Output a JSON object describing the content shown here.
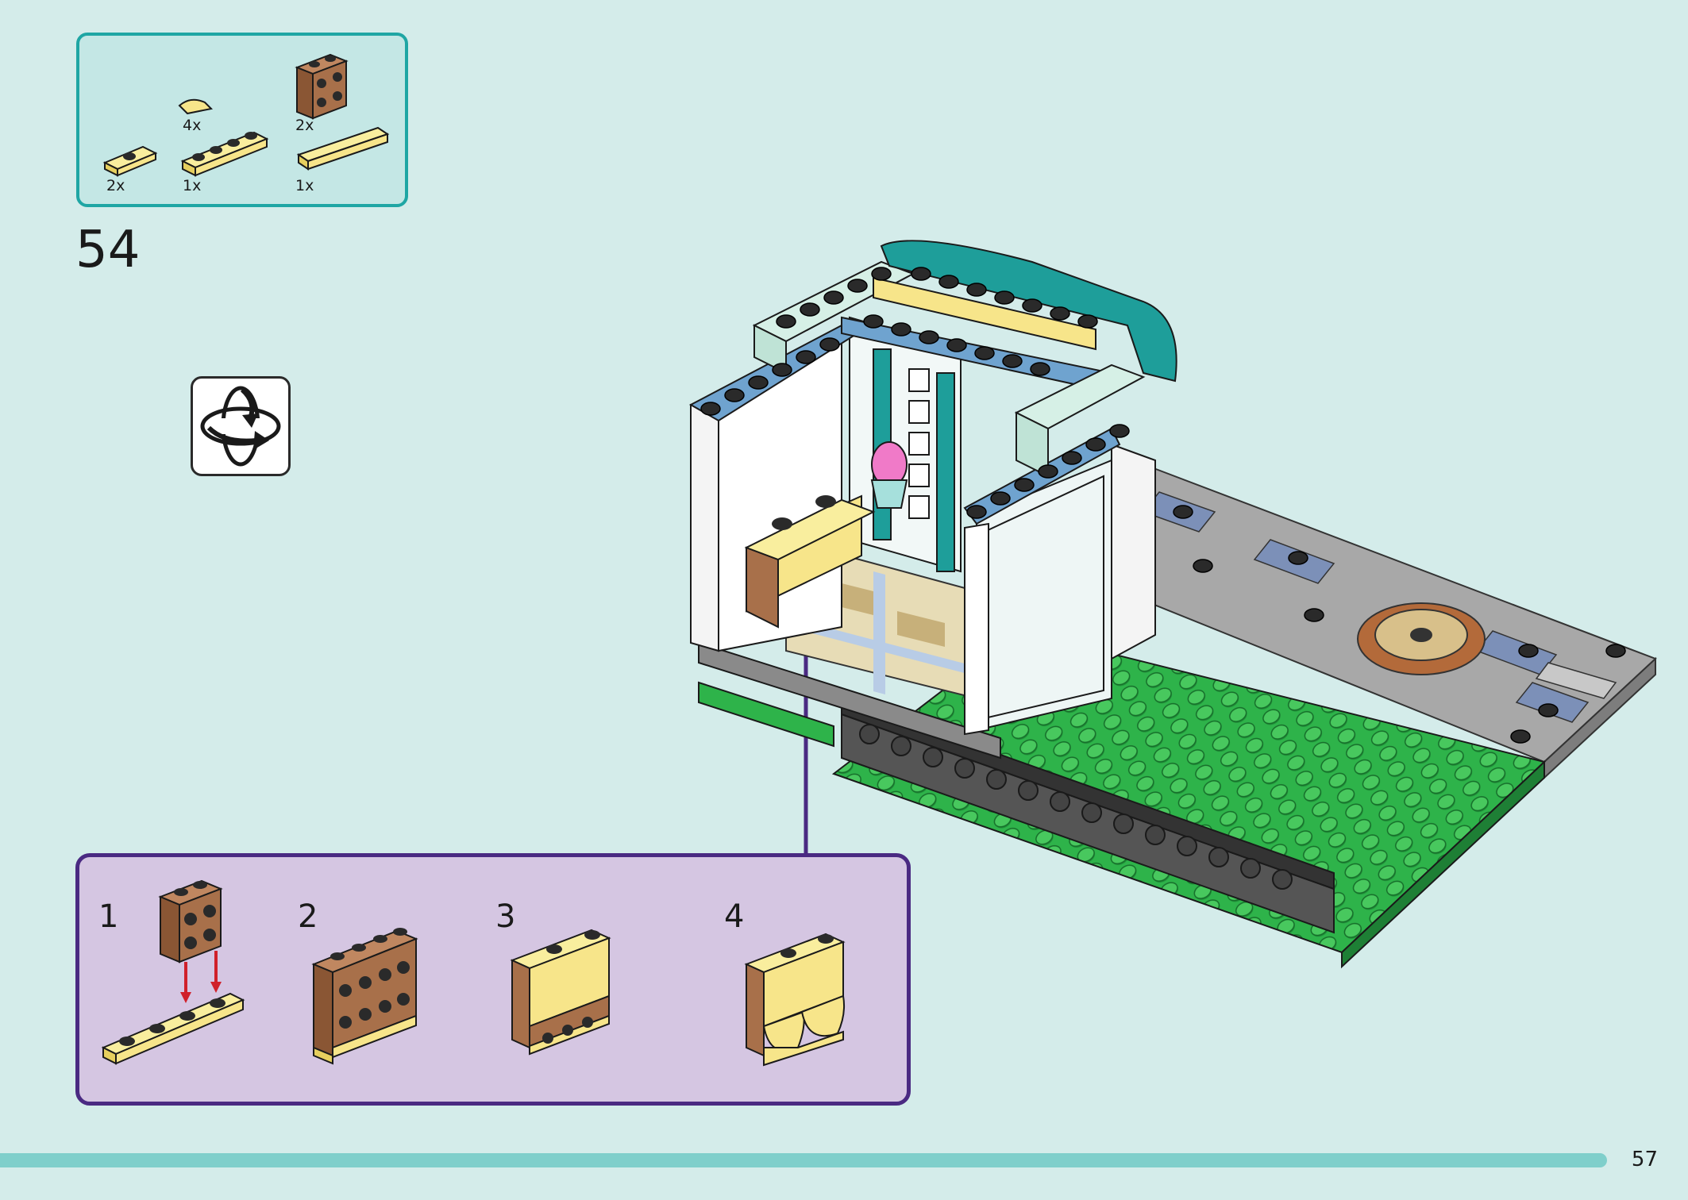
{
  "step": {
    "number": "54"
  },
  "parts": [
    {
      "name": "yellow plate 1x2 with 1 stud",
      "qty": "2x"
    },
    {
      "name": "yellow quarter round tile",
      "qty": "4x"
    },
    {
      "name": "yellow plate 1x4",
      "qty": "1x"
    },
    {
      "name": "brown brick 1x2 with studs on side",
      "qty": "2x"
    },
    {
      "name": "yellow tile 1x6",
      "qty": "1x"
    }
  ],
  "substeps": [
    {
      "label": "1"
    },
    {
      "label": "2"
    },
    {
      "label": "3"
    },
    {
      "label": "4"
    }
  ],
  "page": {
    "number": "57"
  },
  "colors": {
    "background": "#d4ecea",
    "parts_box_border": "#1fa6a4",
    "substep_border": "#4a2a82",
    "substep_fill": "#d5c6e2",
    "progress_bar": "#7fcfcb",
    "yellow": "#f7e58a",
    "brown": "#a8704a",
    "green": "#2eb34a",
    "teal": "#1e9e9a"
  },
  "icons": [
    "rotate-model-icon"
  ]
}
